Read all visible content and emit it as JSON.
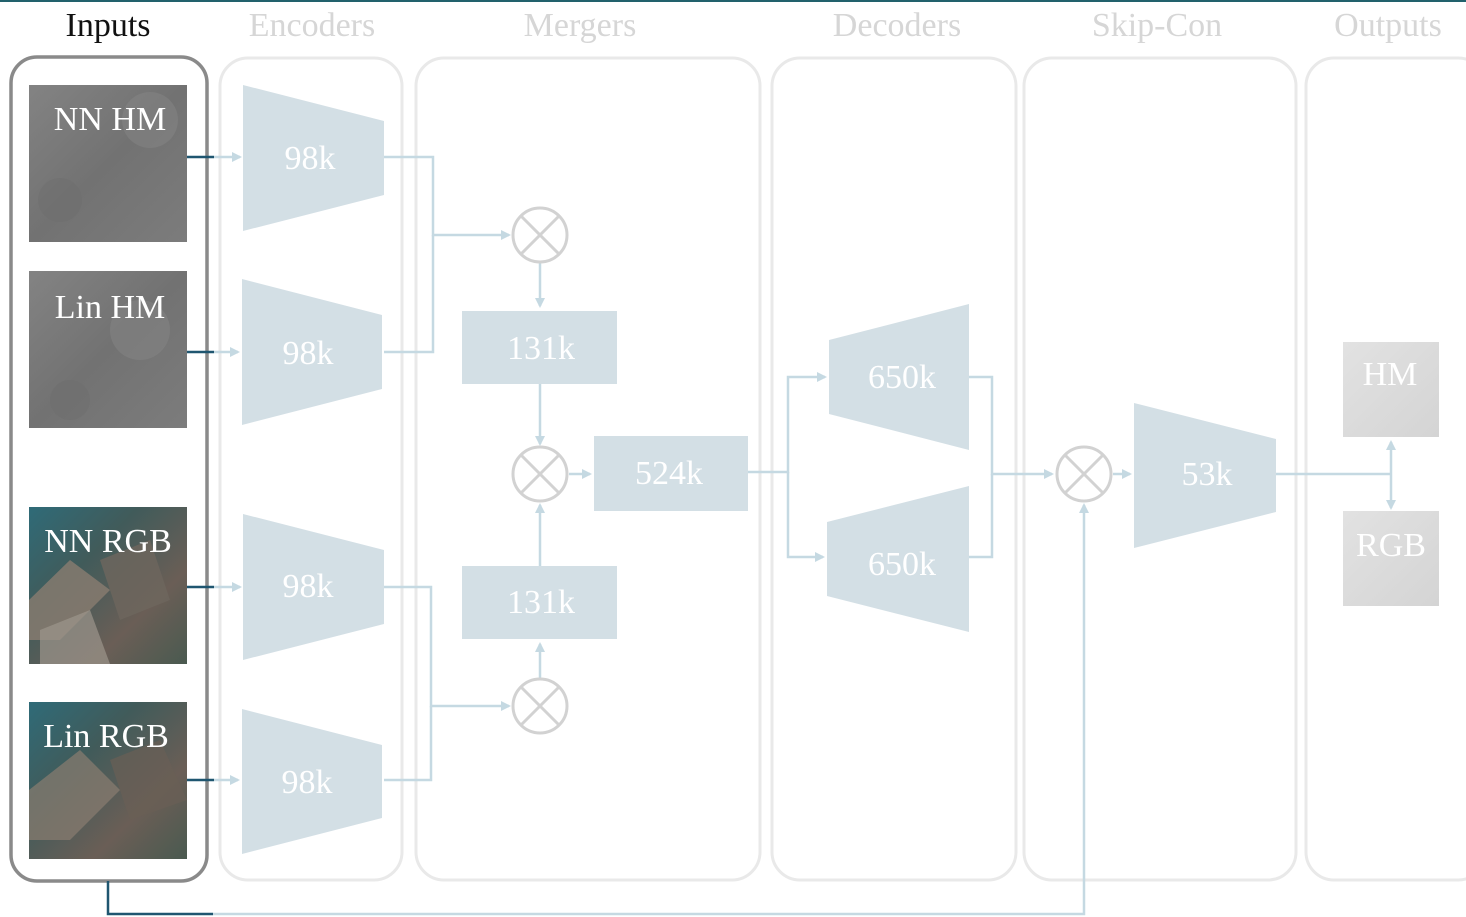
{
  "columns": {
    "inputs": "Inputs",
    "encoders": "Encoders",
    "mergers": "Mergers",
    "decoders": "Decoders",
    "skip": "Skip-Con",
    "outputs": "Outputs"
  },
  "inputs": [
    "NN HM",
    "Lin HM",
    "NN RGB",
    "Lin RGB"
  ],
  "encoders": [
    "98k",
    "98k",
    "98k",
    "98k"
  ],
  "mergers": {
    "hm": "131k",
    "rgb": "131k",
    "joint": "524k"
  },
  "decoders": [
    "650k",
    "650k"
  ],
  "skip": "53k",
  "outputs": [
    "HM",
    "RGB"
  ],
  "colors": {
    "active_header": "#111111",
    "faded_header": "#d6d6d6",
    "active_frame": "#8a8a8a",
    "faded_frame": "#e9e9e9",
    "block_fill": "#d3dfe5",
    "faded_arrow": "#c5d9e2",
    "active_arrow": "#1f5670",
    "multiply_node": "#d2d2d2",
    "hm_tile": "#7a7a7a",
    "rgb_tile": "#3f5a5c",
    "output_tile": "#dcdcdc",
    "top_border": "#22616c"
  }
}
